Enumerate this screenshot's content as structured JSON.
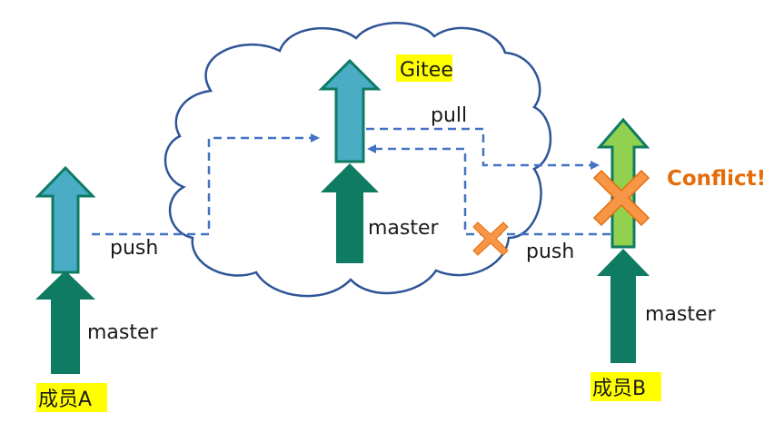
{
  "labels": {
    "gitee": "Gitee",
    "pull": "pull",
    "push_left": "push",
    "push_right": "push",
    "master_center": "master",
    "master_left": "master",
    "master_right": "master",
    "conflict": "Conflict!",
    "member_a": "成员A",
    "member_b": "成员B"
  },
  "colors": {
    "cloud_stroke": "#2f5597",
    "dashed_arrow": "#4472c4",
    "master_arrow": "#0f7b63",
    "commit_blue": "#4bacc6",
    "commit_blue_stroke": "#0f7b63",
    "commit_green": "#92d050",
    "conflict_mark": "#f79646",
    "conflict_text": "#e46c0a",
    "highlight": "#ffff00"
  }
}
